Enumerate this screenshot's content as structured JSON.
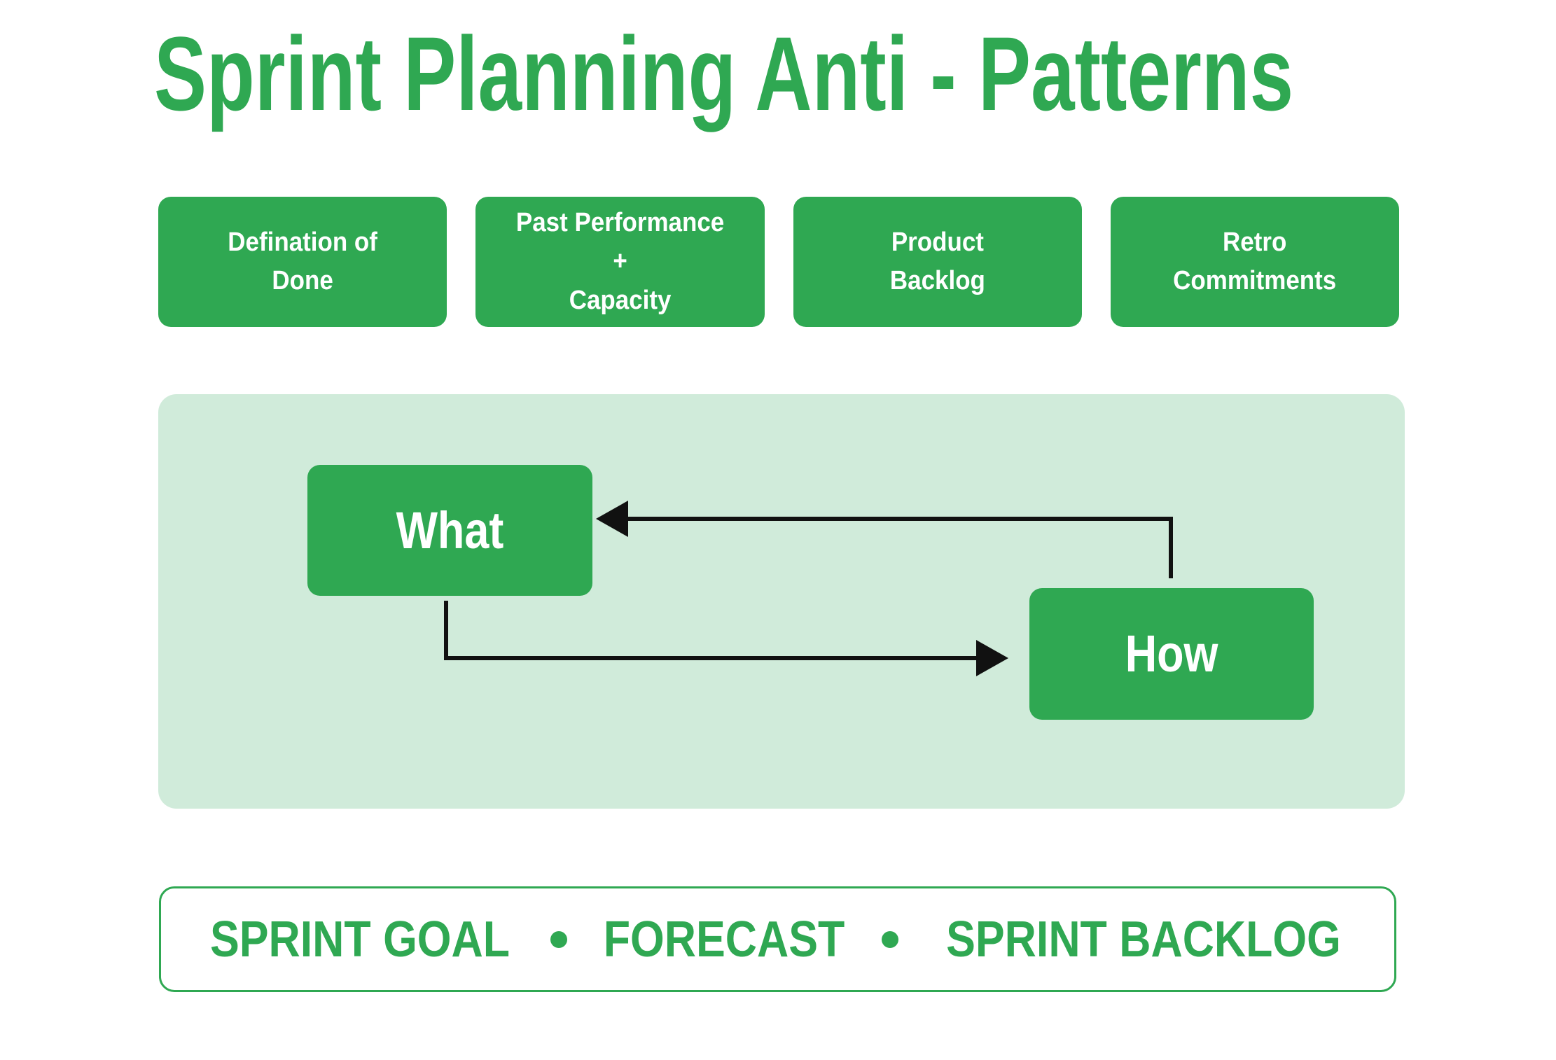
{
  "title": "Sprint Planning Anti - Patterns",
  "colors": {
    "green": "#2FA852",
    "panel_bg": "#D0EBDA",
    "arrow": "#111111",
    "text_white": "#FFFFFF",
    "page_bg": "#FFFFFF"
  },
  "top_boxes": [
    {
      "label": "Defination of\nDone"
    },
    {
      "label": "Past Performance\n+\nCapacity"
    },
    {
      "label": "Product\nBacklog"
    },
    {
      "label": "Retro\nCommitments"
    }
  ],
  "flow": {
    "what_label": "What",
    "how_label": "How"
  },
  "footer": {
    "items": [
      "SPRINT GOAL",
      "FORECAST",
      "SPRINT BACKLOG"
    ]
  }
}
